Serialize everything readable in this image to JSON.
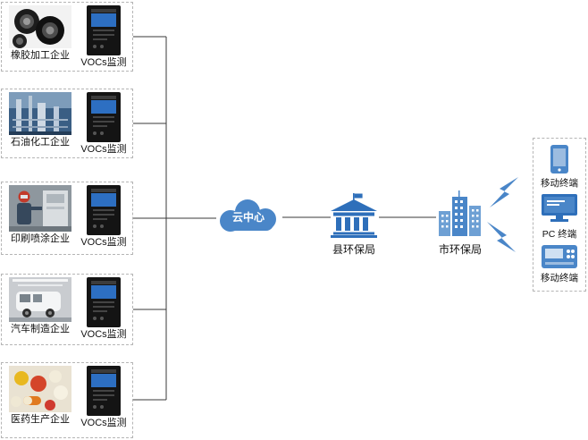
{
  "diagram": {
    "enterprises": [
      {
        "name": "橡胶加工企业",
        "monitor": "VOCs监测"
      },
      {
        "name": "石油化工企业",
        "monitor": "VOCs监测"
      },
      {
        "name": "印刷喷涂企业",
        "monitor": "VOCs监测"
      },
      {
        "name": "汽车制造企业",
        "monitor": "VOCs监测"
      },
      {
        "name": "医药生产企业",
        "monitor": "VOCs监测"
      }
    ],
    "cloud": {
      "label": "云中心"
    },
    "county": {
      "label": "县环保局"
    },
    "city": {
      "label": "市环保局"
    },
    "terminals": [
      {
        "label": "移动终端"
      },
      {
        "label": "PC 终端"
      },
      {
        "label": "移动终端"
      }
    ]
  },
  "colors": {
    "accent": "#4a86c8",
    "deep_blue": "#2e6fba",
    "line": "#3a3a3a",
    "dashed_border": "#b5b5b5",
    "device_black": "#141414"
  }
}
